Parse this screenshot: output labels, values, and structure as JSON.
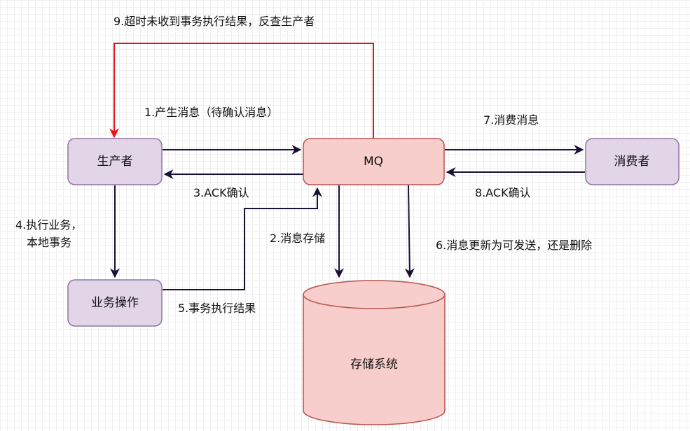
{
  "nodes": {
    "producer": "生产者",
    "mq": "MQ",
    "consumer": "消费者",
    "business": "业务操作",
    "storage": "存储系统"
  },
  "edges": {
    "e1": "1.产生消息（待确认消息）",
    "e2": "2.消息存储",
    "e3": "3.ACK确认",
    "e4_line1": "4.执行业务，",
    "e4_line2": "本地事务",
    "e5": "5.事务执行结果",
    "e6": "6.消息更新为可发送，还是删除",
    "e7": "7.消费消息",
    "e8": "8.ACK确认",
    "e9": "9.超时未收到事务执行结果，反查生产者"
  },
  "colors": {
    "purple_fill": "#e1d5e7",
    "purple_stroke": "#9673a6",
    "red_fill": "#f8cecc",
    "red_stroke": "#b85450",
    "edge": "#1a1033",
    "timeout_edge": "#ee1111"
  }
}
